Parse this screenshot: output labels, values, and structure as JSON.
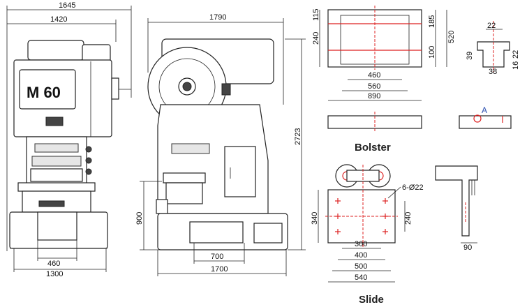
{
  "front_view": {
    "logo_text": "M 60",
    "dims": {
      "overall_width": "1645",
      "frame_width": "1420",
      "bolster_width": "460",
      "base_width": "1300"
    }
  },
  "side_view": {
    "dims": {
      "overall_depth": "1790",
      "overall_height": "2723",
      "table_height": "900",
      "base_inner": "700",
      "base_depth": "1700"
    }
  },
  "bolster": {
    "caption": "Bolster",
    "dims": {
      "slot_top": "115",
      "slot_gap": "240",
      "slot_to_center": "185",
      "slot_lower": "100",
      "depth": "520",
      "inner": "460",
      "middle": "560",
      "width": "890"
    },
    "slot_detail": {
      "top": "22",
      "depth": "39",
      "side": "22",
      "bottom": "16",
      "width": "38"
    },
    "section_marker": "A"
  },
  "slide": {
    "caption": "Slide",
    "hole_note": "6-Ø22",
    "dims": {
      "height": "340",
      "hole_spacing_v": "240",
      "hole_spacing_h": "300",
      "inner": "400",
      "middle": "500",
      "width": "540",
      "shank": "90"
    }
  }
}
